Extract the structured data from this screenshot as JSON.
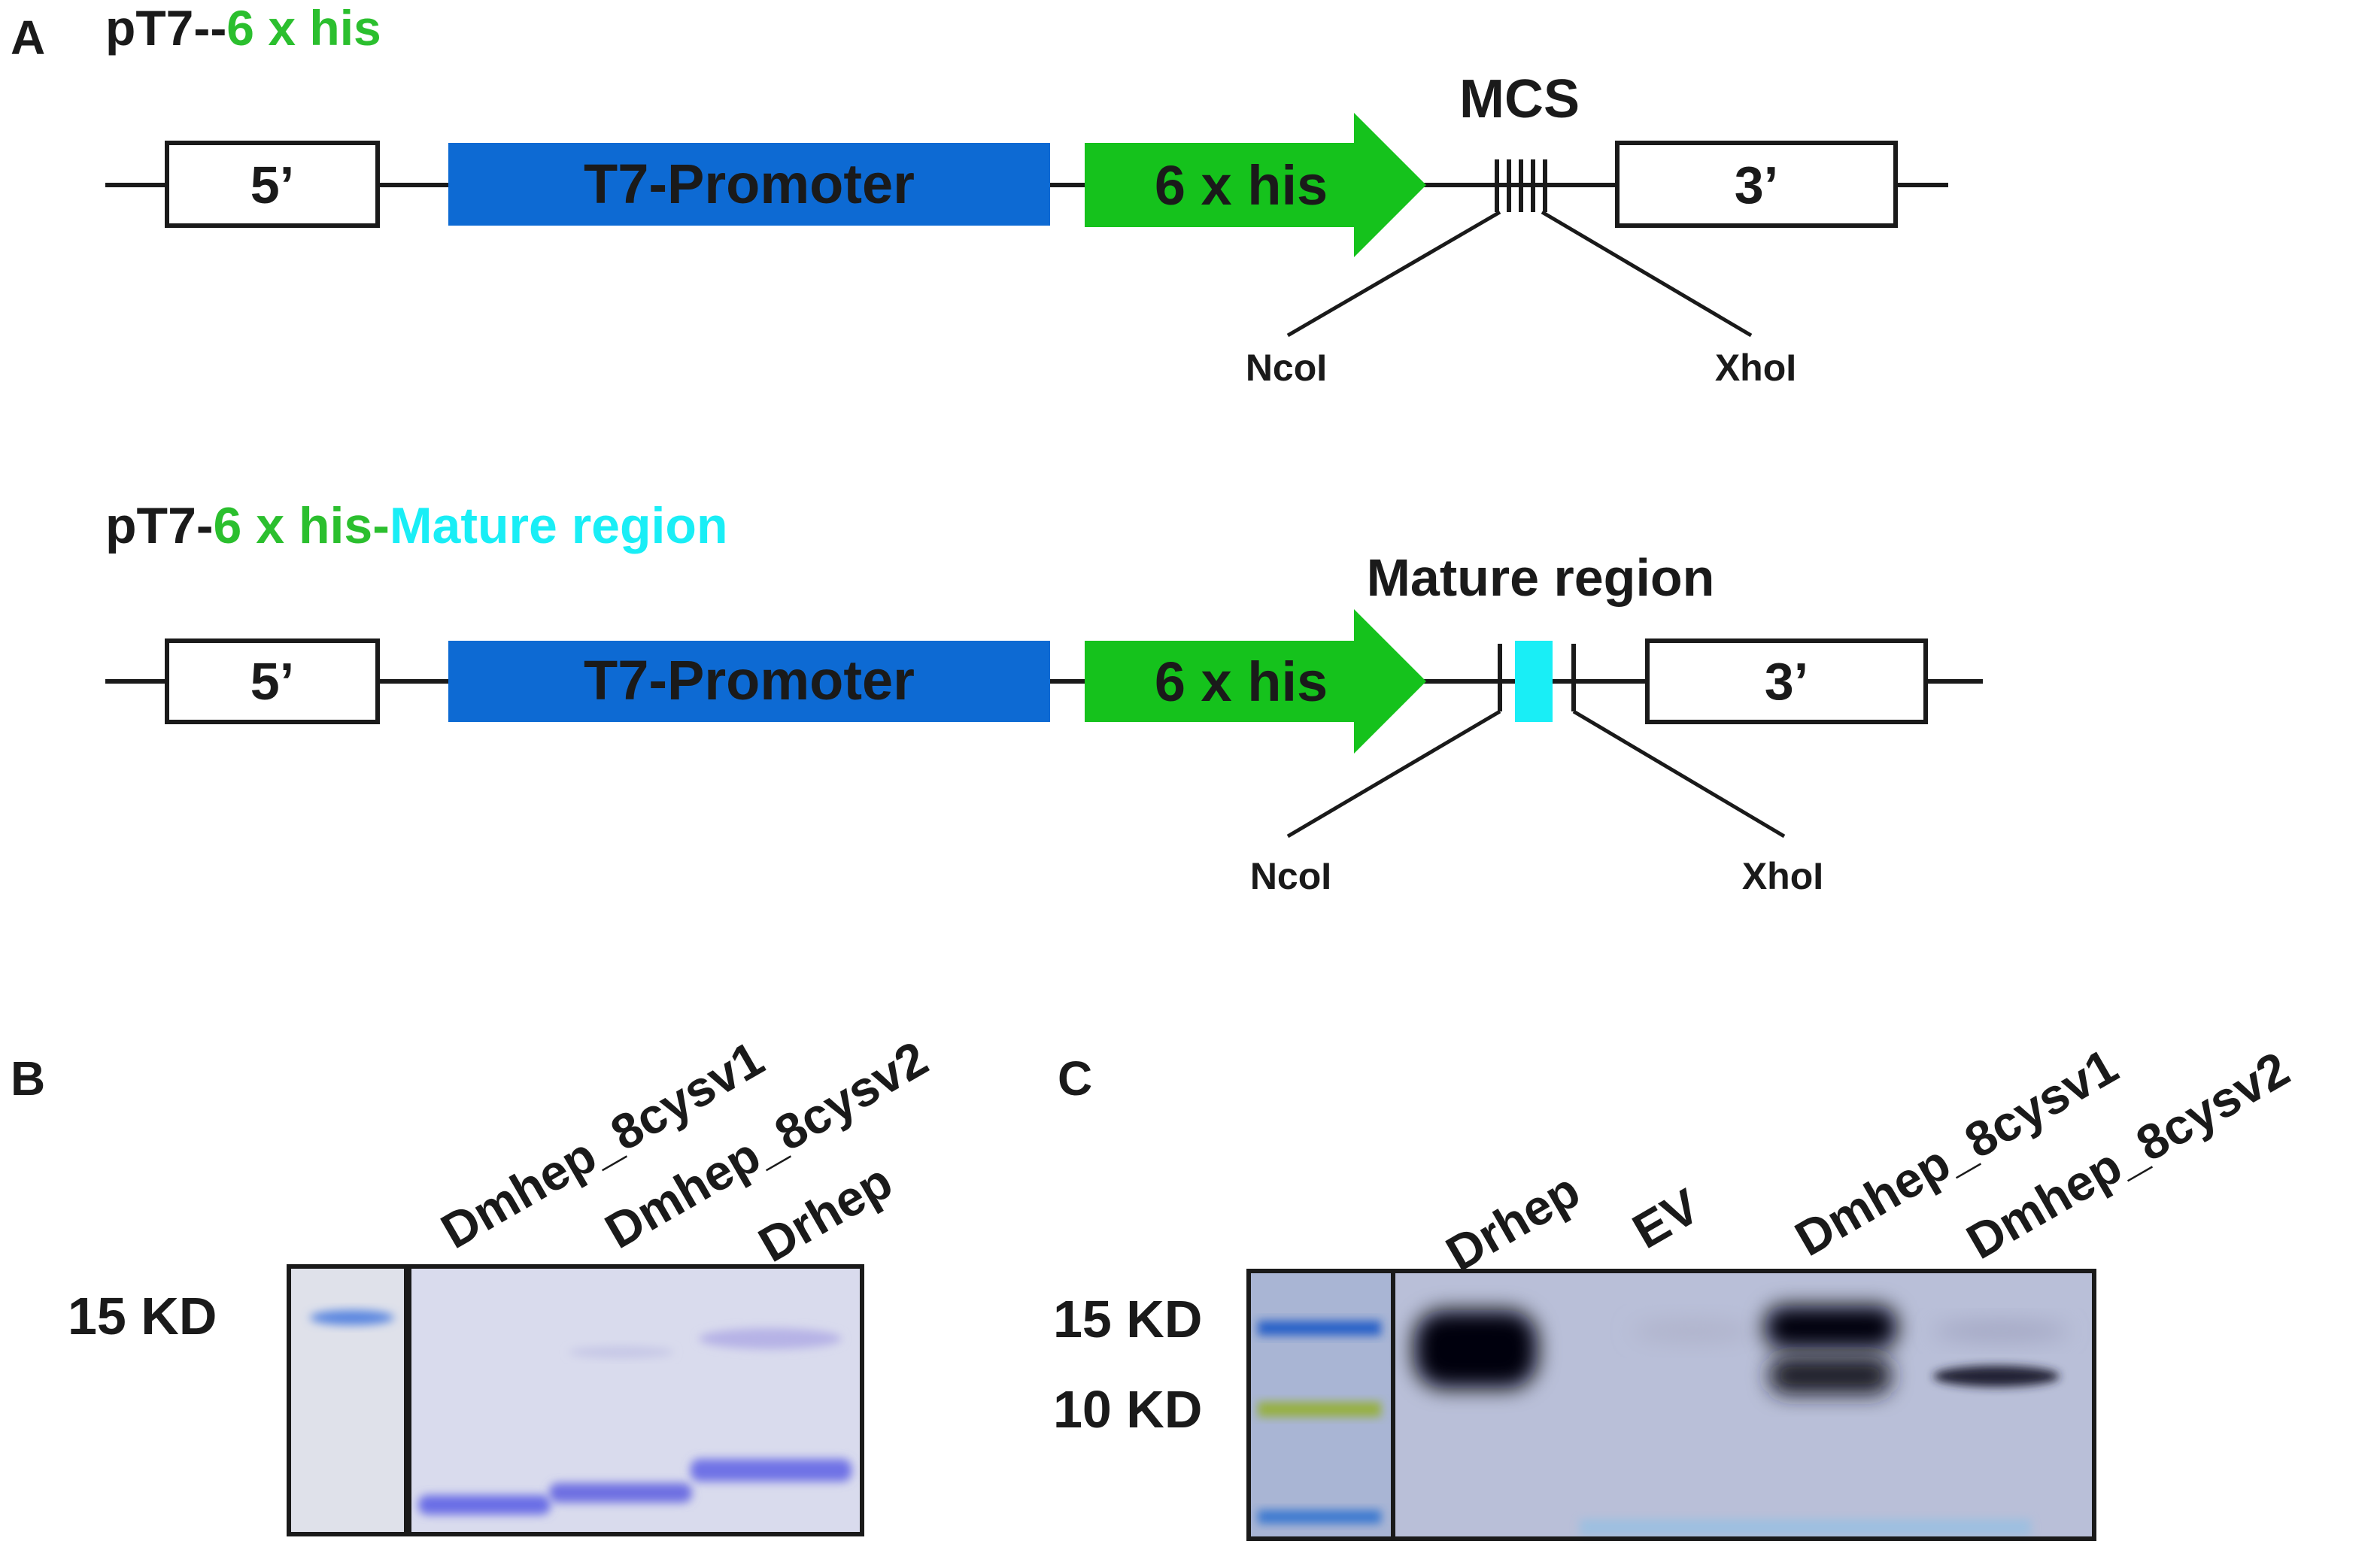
{
  "colors": {
    "promoter": "#0d6ad3",
    "his": "#15c21c",
    "his_text": "#2bbf2e",
    "mature": "#19eef6",
    "black": "#1a1a1a",
    "gel_b_bg": "#d9dbed",
    "gel_c_bg": "#b9bfd8"
  },
  "panel_a": {
    "label": "A",
    "construct1": {
      "title_black": "pT7--",
      "title_green": "6 x his",
      "five_prime": "5’",
      "promoter": "T7-Promoter",
      "his": "6 x his",
      "site_label": "MCS",
      "three_prime": "3’",
      "left_site": "NcoI",
      "right_site": "XhoI"
    },
    "construct2": {
      "title_black": "pT7-",
      "title_green": "6 x his",
      "title_dash": "-",
      "title_cyan": "Mature region",
      "five_prime": "5’",
      "promoter": "T7-Promoter",
      "his": "6 x his",
      "site_label": "Mature region",
      "three_prime": "3’",
      "left_site": "NcoI",
      "right_site": "XhoI"
    }
  },
  "panel_b": {
    "label": "B",
    "marker": "15 KD",
    "lanes": [
      "Dmhep_8cysv1",
      "Dmhep_8cysv2",
      "Drhep"
    ]
  },
  "panel_c": {
    "label": "C",
    "markers": [
      "15 KD",
      "10 KD"
    ],
    "lanes": [
      "Drhep",
      "EV",
      "Dmhep_8cysv1",
      "Dmhep_8cysv2"
    ]
  }
}
